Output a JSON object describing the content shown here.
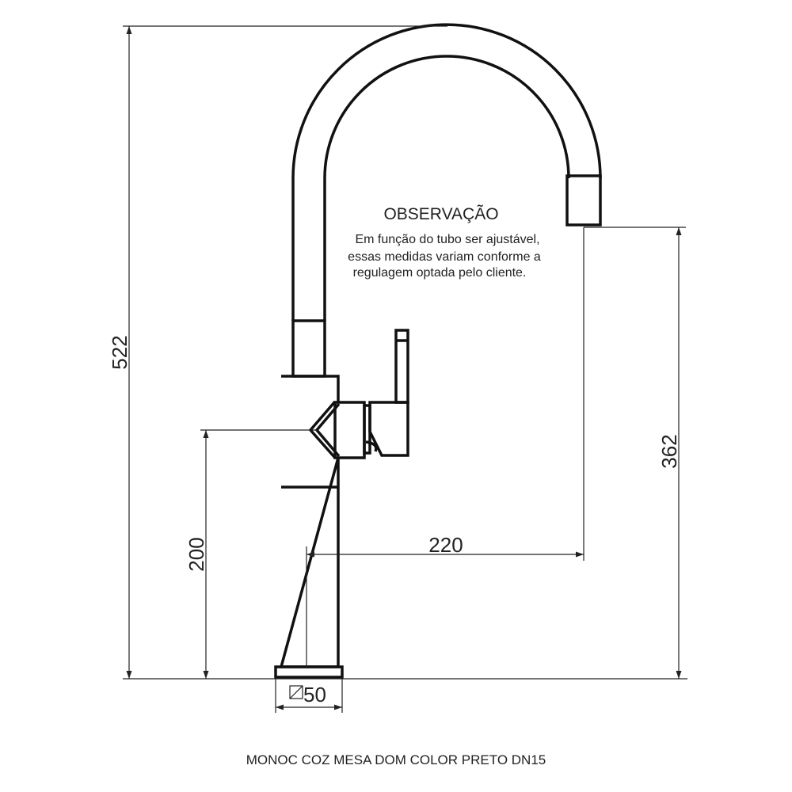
{
  "note": {
    "title": "OBSERVAÇÃO",
    "lines": [
      "Em função do tubo ser ajustável,",
      "essas medidas variam conforme a",
      "regulagem optada pelo cliente."
    ]
  },
  "dimensions": {
    "total_height": "522",
    "handle_height": "200",
    "spout_height": "362",
    "spout_reach": "220",
    "base_size": "50"
  },
  "caption": "MONOC COZ MESA DOM COLOR PRETO DN15"
}
